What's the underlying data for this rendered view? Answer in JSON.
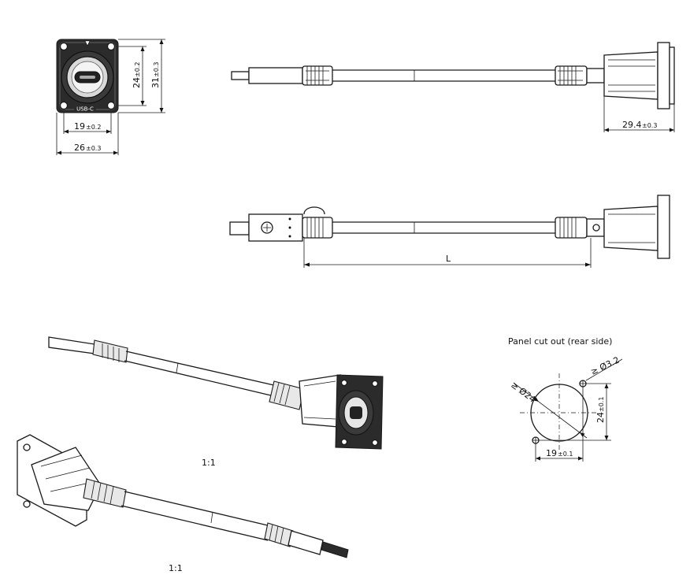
{
  "front_view": {
    "usb_label": "USB-C",
    "dim_inner_width_value": "19",
    "dim_inner_width_tol": "±0.2",
    "dim_outer_width_value": "26",
    "dim_outer_width_tol": "±0.3",
    "dim_inner_height_value": "24",
    "dim_inner_height_tol": "±0.2",
    "dim_outer_height_value": "31",
    "dim_outer_height_tol": "±0.3"
  },
  "side_view": {
    "dim_depth_value": "29.4",
    "dim_depth_tol": "±0.3"
  },
  "top_view": {
    "dim_length_label": "L"
  },
  "cutout": {
    "title": "Panel cut out (rear side)",
    "dim_diameter_main": "≥ Ø24",
    "dim_diameter_hole": "≥ Ø3.2",
    "dim_height_value": "24",
    "dim_height_tol": "±0.1",
    "dim_width_value": "19",
    "dim_width_tol": "±0.1"
  },
  "iso_views": {
    "scale_upper": "1:1",
    "scale_lower": "1:1"
  }
}
